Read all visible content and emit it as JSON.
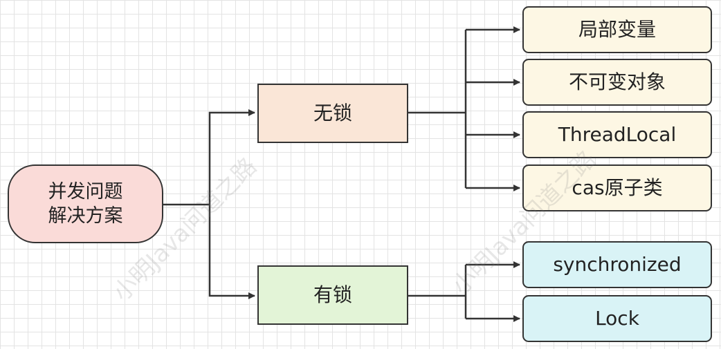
{
  "diagram": {
    "root": {
      "lines": [
        "并发问题",
        "解决方案"
      ],
      "fill": "#fadbd8"
    },
    "branches": [
      {
        "label": "无锁",
        "fill": "#fae6d7",
        "leaves": [
          "局部变量",
          "不可变对象",
          "ThreadLocal",
          "cas原子类"
        ],
        "leaf_fill": "#fdf7e4"
      },
      {
        "label": "有锁",
        "fill": "#e3f4d7",
        "leaves": [
          "synchronized",
          "Lock"
        ],
        "leaf_fill": "#d9f3f6"
      }
    ],
    "edge_color": "#333333"
  },
  "watermark": {
    "text_1": "小明Java问道之路",
    "text_2": "小明Java问道之路"
  }
}
